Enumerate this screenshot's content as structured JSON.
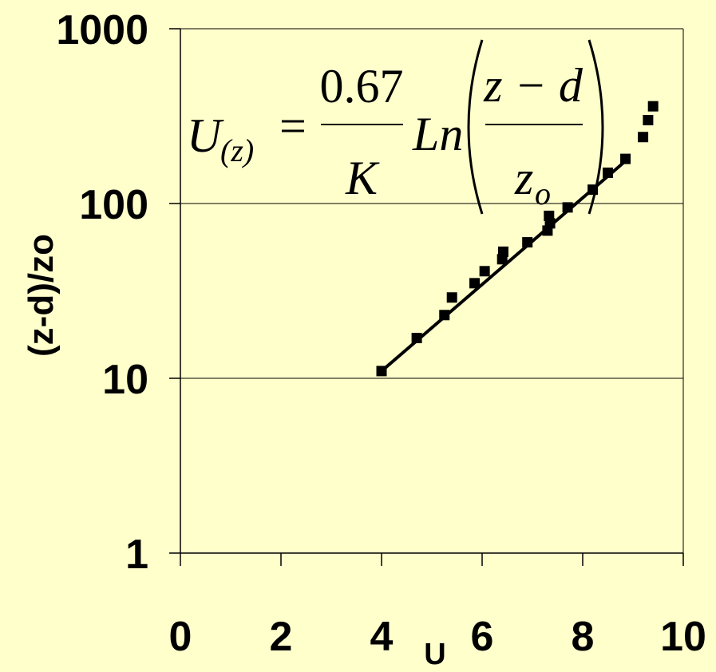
{
  "chart_data": {
    "type": "scatter",
    "xlabel": "U",
    "ylabel": "(z-d)/zo",
    "xlim": [
      0,
      10
    ],
    "ylim": [
      1,
      1000
    ],
    "yscale": "log",
    "x_ticks": [
      0,
      2,
      4,
      6,
      8,
      10
    ],
    "x_tick_labels": [
      "0",
      "2",
      "4",
      "6",
      "8",
      "10"
    ],
    "y_ticks": [
      1,
      10,
      100,
      1000
    ],
    "y_tick_labels": [
      "1",
      "10",
      "100",
      "1000"
    ],
    "grid": "horizontal major lines",
    "background_color": "#FFFFCC",
    "mark_color": "#000000",
    "marker": "square",
    "series": [
      {
        "x": [
          4.0,
          4.7,
          5.25,
          5.4,
          5.85,
          6.05,
          6.4,
          6.42,
          6.9,
          7.3,
          7.35,
          7.33,
          7.7,
          8.2,
          8.5,
          8.85,
          9.2,
          9.3,
          9.4
        ],
        "y": [
          11,
          17,
          23,
          29,
          35,
          41,
          48,
          53,
          60,
          70,
          77,
          85,
          95,
          120,
          150,
          180,
          240,
          300,
          360
        ]
      }
    ],
    "fit_line": {
      "x": [
        4.0,
        8.85
      ],
      "y": [
        11,
        175
      ]
    },
    "equation": {
      "lhs_main": "U",
      "lhs_sub": "(z)",
      "equals": "=",
      "coef_num": "0.67",
      "coef_den": "K",
      "fn": "Ln",
      "inner_num": "z − d",
      "inner_den_main": "z",
      "inner_den_sub": "o"
    }
  }
}
